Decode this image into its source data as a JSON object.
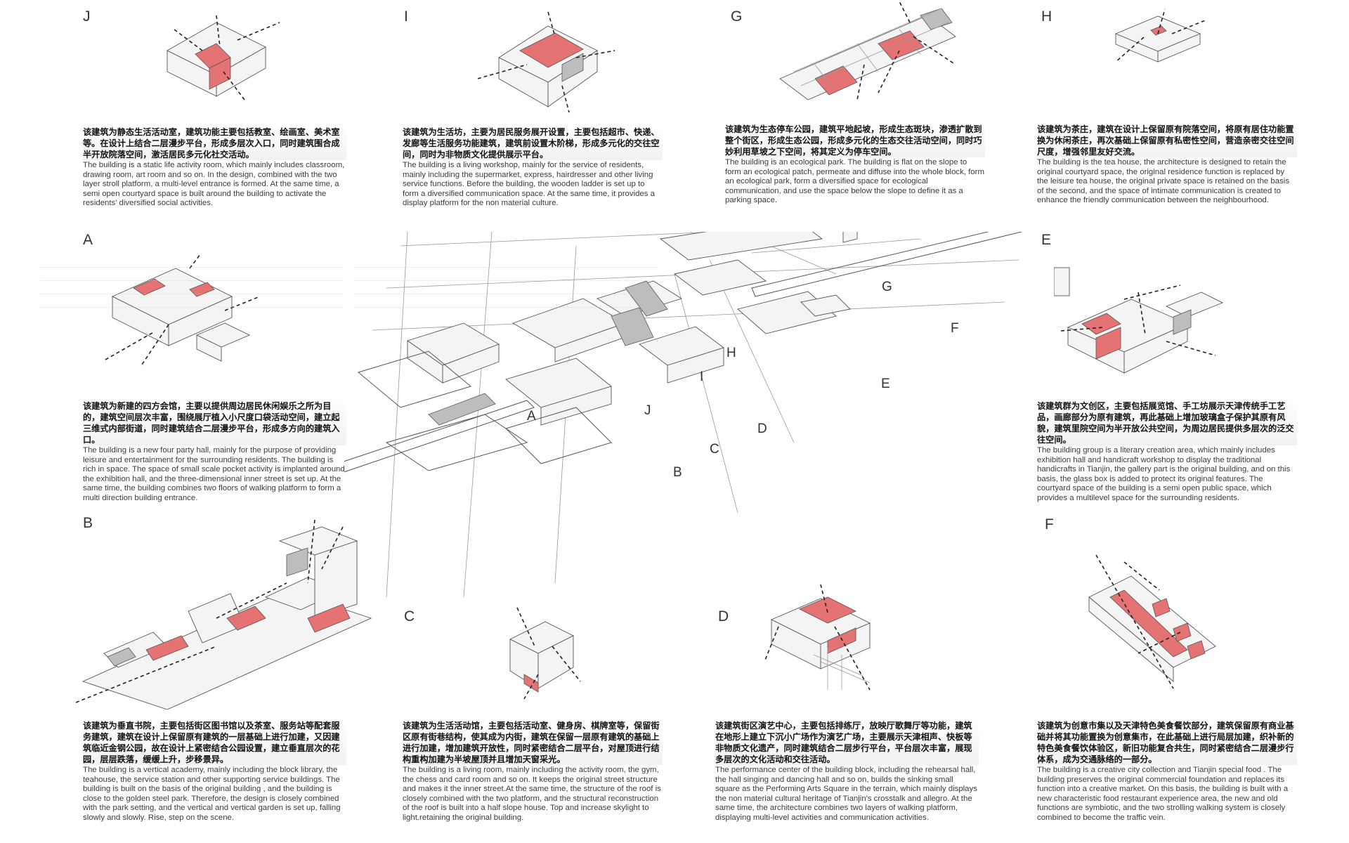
{
  "labels": {
    "J": "J",
    "I": "I",
    "G": "G",
    "H": "H",
    "A": "A",
    "E": "E",
    "B": "B",
    "F": "F",
    "C": "C",
    "D": "D"
  },
  "map_labels": [
    "A",
    "B",
    "C",
    "D",
    "E",
    "F",
    "G",
    "H",
    "I",
    "J"
  ],
  "descriptions": {
    "J": {
      "zh": "该建筑为静态生活活动室，建筑功能主要包括教室、绘画室、美术室等。在设计上结合二层漫步平台，形成多层次入口，同时建筑围合成半开放院落空间，激活居民多元化社交活动。",
      "en": "The building is a static life activity room, which mainly includes classroom, drawing room, art room and so on. In the design, combined with the two layer stroll platform, a multi-level entrance is formed. At the same time, a semi open courtyard space is built around the building to activate the residents' diversified social activities."
    },
    "I": {
      "zh": "该建筑为生活坊，主要为居民服务展开设置，主要包括超市、快递、发廊等生活服务功能建筑，建筑前设置木阶梯，形成多元化的交往空间，同时为非物质文化提供展示平台。",
      "en": "The building is a living workshop, mainly for the service of residents, mainly including the supermarket, express, hairdresser and other living service functions. Before the building, the wooden ladder is set up to form a diversified communication space. At the same time, it provides a display platform for the non material culture."
    },
    "G": {
      "zh": "该建筑为生态停车公园，建筑平地起坡，形成生态斑块，渗透扩散到整个街区，形成生态公园，形成多元化的生态交往活动空间，同时巧妙利用草坡之下空间，将其定义为停车空间。",
      "en": "The building is an ecological park. The building is flat on the slope to form an ecological patch, permeate and diffuse into the whole block, form an ecological park, form a diversified space for ecological communication, and use the space below the slope to define it as a parking space."
    },
    "H": {
      "zh": "该建筑为茶庄，建筑在设计上保留原有院落空间，将原有居住功能置换为休闲茶庄，再次基础上保留原有私密性空间，营造亲密交往空间尺度，增强邻里友好交流。",
      "en": "The building is the tea house, the architecture is designed to retain the original courtyard space, the original residence function is replaced by the leisure tea house, the original private space is retained on the basis of the second, and the space of intimate communication is created to enhance the friendly communication between the neighbourhood."
    },
    "A": {
      "zh": "该建筑为新建的四方会馆，主要以提供周边居民休闲娱乐之所为目的，建筑空间层次丰富，围绕展厅植入小尺度口袋活动空间，建立起三维式内部街道，同时建筑结合二层漫步平台，形成多方向的建筑入口。",
      "en": "The building is a new four party hall, mainly for the purpose of providing leisure and entertainment for the surrounding residents. The building is rich in space. The space of small scale pocket activity is implanted around the exhibition hall, and the three-dimensional inner street is set up. At the same time, the building combines two floors of walking platform to form a multi direction building entrance."
    },
    "E": {
      "zh": "该建筑群为文创区，主要包括展览馆、手工坊展示天津传统手工艺品，画廊部分为原有建筑，再此基础上增加玻璃盒子保护其原有风貌，建筑里院空间为半开放公共空间，为周边居民提供多层次的泛交往空间。",
      "en": "The building group is a literary creation area, which mainly includes exhibition hall and handicraft workshop to display the traditional handicrafts in Tianjin, the gallery part is the original building, and on this basis, the glass box is added to protect its original features. The courtyard space of the building is a semi open public space, which provides a multilevel space for the surrounding residents."
    },
    "B": {
      "zh": "该建筑为垂直书院，主要包括街区图书馆以及茶室、服务站等配套服务建筑，建筑在设计上保留原有建筑的一层基础上进行加建，又因建筑临近金钢公园，故在设计上紧密结合公园设置，建立垂直层次的花园，层层跌落，缓缓上升，步移景异。",
      "en": "The building is a vertical academy, mainly including the block library, the teahouse, the service station and other supporting service buildings. The building is built on the basis of the original building , and the building is close to the golden steel park. Therefore, the design is closely combined with the park setting, and the vertical and vertical garden is set up, falling slowly and slowly. Rise, step on the scene."
    },
    "C": {
      "zh": "该建筑为生活活动馆，主要包括活动室、健身房、棋牌室等，保留街区原有街巷结构，使其成为内街，建筑在保留一层原有建筑的基础上进行加建，增加建筑开放性，同时紧密结合二层平台，对屋顶进行结构重构加建为半坡屋顶并且增加天窗采光。",
      "en": "The building is a living room, mainly including the activity room, the gym, the chess and card room and so on. It keeps the original street structure and makes it the inner street.At the same time, the structure of the roof is closely combined with the two platform, and the structural reconstruction of the roof is built into a half slope house. Top and increase skylight to light.retaining the original building."
    },
    "D": {
      "zh": "该建筑街区演艺中心，主要包括排练厅，放映厅歌舞厅等功能，建筑在地形上建立下沉小广场作为演艺广场，主要展示天津相声、快板等非物质文化遗产，同时建筑结合二层步行平台，平台层次丰富，展现多层次的文化活动和交往活动。",
      "en": "The performance center of the building block, including the rehearsal hall, the hall singing and dancing hall and so on, builds the sinking small square as the Performing Arts Square in the terrain, which mainly displays the non material cultural heritage of Tianjin's crosstalk and allegro. At the same time, the architecture combines two layers of walking platform, displaying multi-level activities and communication activities."
    },
    "F": {
      "zh": "该建筑为创意市集以及天津特色美食餐饮部分，建筑保留原有商业基础并将其功能置换为创意集市，在此基础上进行局层加建，织补新的特色美食餐饮体验区，新旧功能复合共生，同时紧密结合二层漫步行体系，成为交通脉络的一部分。",
      "en": "The building is a creative city collection and Tianjin special food . The building preserves the original commercial foundation and replaces its function into a creative market. On this basis, the building is built with a new characteristic food restaurant experience area, the new and old functions are symbiotic, and the two strolling walking system is closely combined to become the traffic vein."
    }
  },
  "colors": {
    "accent_red": "#e57373",
    "line": "#555555",
    "background": "#ffffff"
  }
}
